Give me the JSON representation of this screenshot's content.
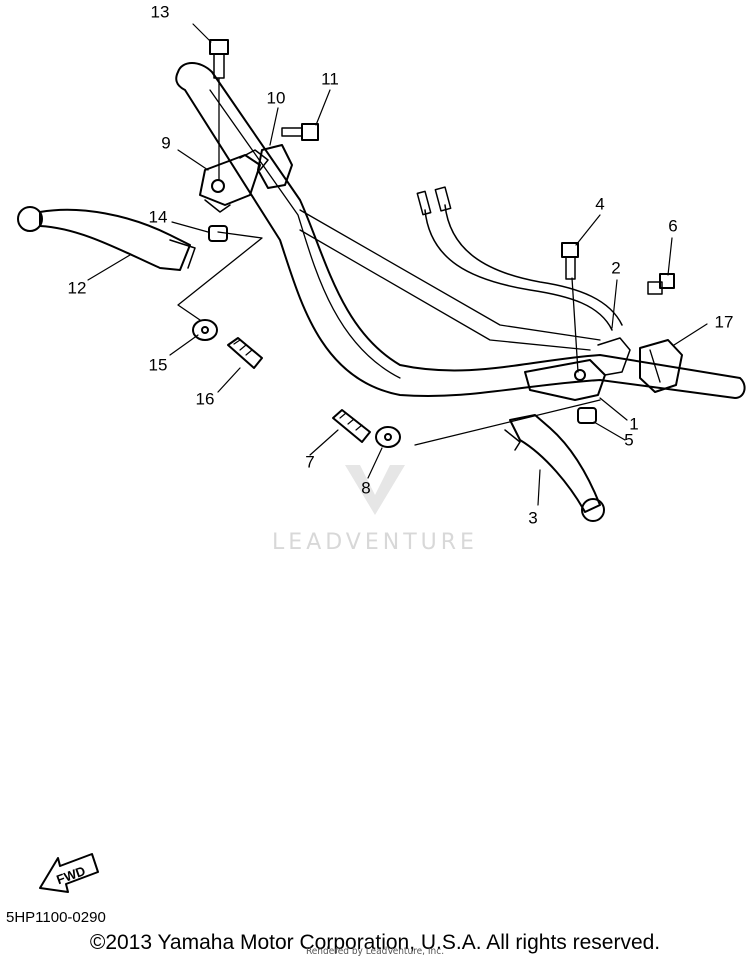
{
  "callouts": [
    {
      "id": "13",
      "label": "13"
    },
    {
      "id": "10",
      "label": "10"
    },
    {
      "id": "11",
      "label": "11"
    },
    {
      "id": "9",
      "label": "9"
    },
    {
      "id": "14",
      "label": "14"
    },
    {
      "id": "12",
      "label": "12"
    },
    {
      "id": "15",
      "label": "15"
    },
    {
      "id": "16",
      "label": "16"
    },
    {
      "id": "4",
      "label": "4"
    },
    {
      "id": "6",
      "label": "6"
    },
    {
      "id": "2",
      "label": "2"
    },
    {
      "id": "17",
      "label": "17"
    },
    {
      "id": "1",
      "label": "1"
    },
    {
      "id": "5",
      "label": "5"
    },
    {
      "id": "3",
      "label": "3"
    },
    {
      "id": "7",
      "label": "7"
    },
    {
      "id": "8",
      "label": "8"
    }
  ],
  "watermark": "LEADVENTURE",
  "fwd_label": "FWD",
  "diagram_code": "5HP1100-0290",
  "copyright": "©2013 Yamaha Motor Corporation, U.S.A. All rights reserved.",
  "rendered_by": "Rendered by LeadVenture, Inc."
}
